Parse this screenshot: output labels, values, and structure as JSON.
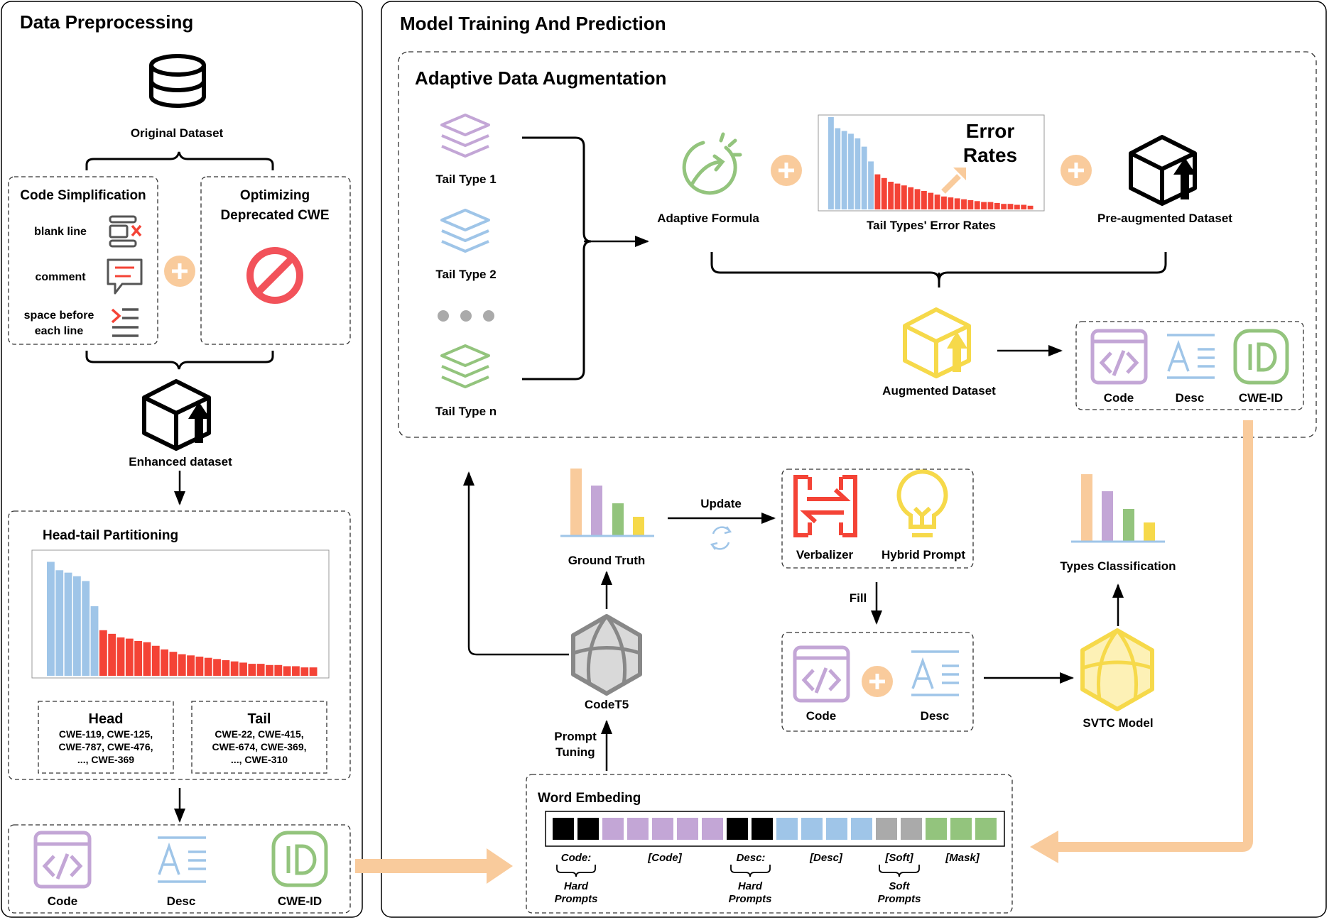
{
  "preprocessing": {
    "title": "Data Preprocessing",
    "original_dataset": "Original Dataset",
    "code_simplification": {
      "title": "Code Simplification",
      "items": [
        "blank line",
        "comment",
        "space before",
        "each line"
      ]
    },
    "optimizing": {
      "line1": "Optimizing",
      "line2": "Deprecated CWE"
    },
    "enhanced_dataset": "Enhanced dataset",
    "head_tail": {
      "title": "Head-tail Partitioning",
      "head_title": "Head",
      "head_lines": [
        "CWE-119, CWE-125,",
        "CWE-787, CWE-476,",
        "..., CWE-369"
      ],
      "tail_title": "Tail",
      "tail_lines": [
        "CWE-22, CWE-415,",
        "CWE-674, CWE-369,",
        "..., CWE-310"
      ]
    },
    "outputs": [
      "Code",
      "Desc",
      "CWE-ID"
    ]
  },
  "training": {
    "title": "Model Training And Prediction",
    "augmentation": {
      "title": "Adaptive Data Augmentation",
      "tail_types": [
        "Tail Type 1",
        "Tail Type 2",
        "Tail Type n"
      ],
      "adaptive_formula": "Adaptive Formula",
      "error_rates_line1": "Error",
      "error_rates_line2": "Rates",
      "error_rates_caption": "Tail Types' Error Rates",
      "pre_augmented": "Pre-augmented Dataset",
      "augmented": "Augmented Dataset",
      "outputs": [
        "Code",
        "Desc",
        "CWE-ID"
      ]
    },
    "ground_truth": "Ground Truth",
    "update": "Update",
    "verbalizer": "Verbalizer",
    "hybrid_prompt": "Hybrid Prompt",
    "fill": "Fill",
    "code": "Code",
    "desc": "Desc",
    "types_classification": "Types Classification",
    "svtc_model": "SVTC Model",
    "codet5": "CodeT5",
    "prompt_tuning_line1": "Prompt",
    "prompt_tuning_line2": "Tuning",
    "word_embedding": {
      "title": "Word Embeding",
      "labels": [
        "Code:",
        "[Code]",
        "Desc:",
        "[Desc]",
        "[Soft]",
        "[Mask]"
      ],
      "hard_prompts": [
        "Hard",
        "Prompts"
      ],
      "soft_prompts": [
        "Soft",
        "Prompts"
      ]
    }
  },
  "colors": {
    "blue": "#9fc5e8",
    "red": "#f44336",
    "purple": "#c3a6d6",
    "green": "#93c47d",
    "yellow": "#f6d94a",
    "orange": "#f9cb9c",
    "gray": "#aaaaaa",
    "black": "#000000"
  },
  "chart_data": [
    {
      "type": "bar",
      "title": "Head-tail Partitioning",
      "series": [
        {
          "name": "Head",
          "values": [
            95,
            88,
            86,
            83,
            79,
            58
          ]
        },
        {
          "name": "Tail",
          "values": [
            38,
            35,
            32,
            31,
            29,
            28,
            25,
            22,
            20,
            18,
            17,
            16,
            15,
            14,
            13,
            12,
            11,
            10,
            10,
            9,
            9,
            8,
            8,
            7,
            7
          ]
        }
      ],
      "ylim": [
        0,
        100
      ]
    },
    {
      "type": "bar",
      "title": "Tail Types' Error Rates",
      "series": [
        {
          "name": "Head",
          "values": [
            100,
            88,
            85,
            82,
            77,
            68,
            52
          ]
        },
        {
          "name": "Tail",
          "values": [
            38,
            34,
            30,
            28,
            26,
            24,
            22,
            20,
            18,
            16,
            14,
            13,
            12,
            11,
            10,
            9,
            8,
            8,
            7,
            6,
            6,
            5,
            5,
            4
          ]
        }
      ],
      "ylim": [
        0,
        100
      ]
    }
  ]
}
